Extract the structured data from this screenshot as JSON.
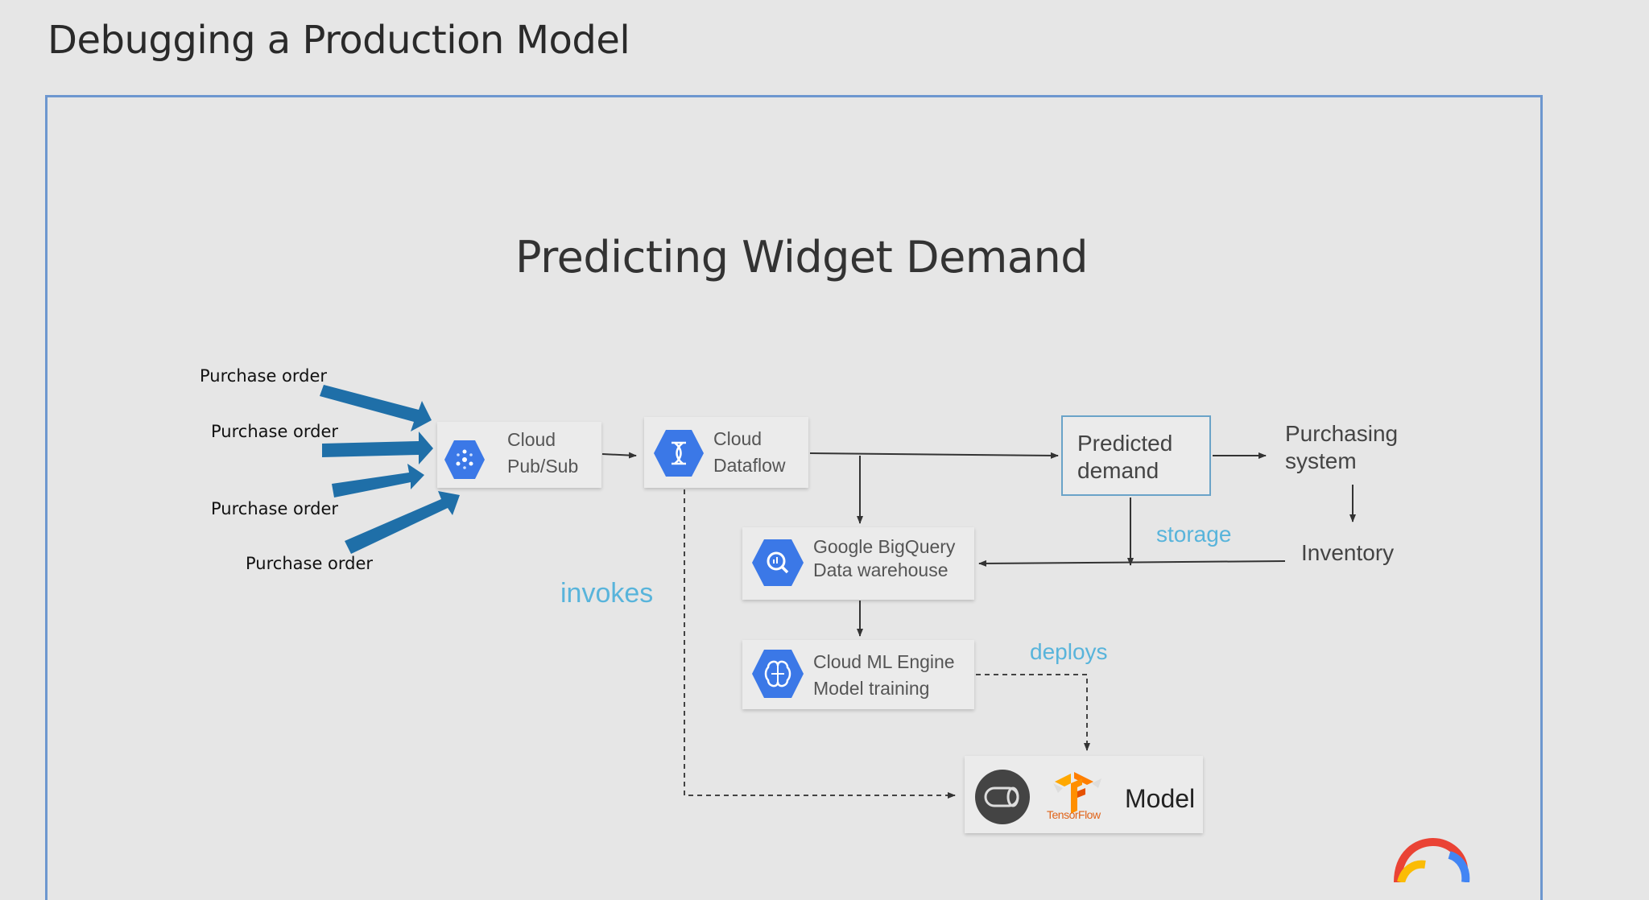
{
  "page": {
    "heading": "Debugging a Production Model"
  },
  "slide": {
    "title": "Predicting Widget Demand",
    "purchase_orders": [
      "Purchase order",
      "Purchase order",
      "Purchase order",
      "Purchase order"
    ],
    "pubsub": {
      "line1": "Cloud",
      "line2": "Pub/Sub",
      "icon": "pubsub-icon"
    },
    "dataflow": {
      "line1": "Cloud",
      "line2": "Dataflow",
      "icon": "dataflow-icon"
    },
    "bigquery": {
      "line1": "Google BigQuery",
      "line2": "Data warehouse",
      "icon": "bigquery-icon"
    },
    "mlengine": {
      "line1": "Cloud ML Engine",
      "line2": "Model training",
      "icon": "ml-engine-icon"
    },
    "predicted": {
      "line1": "Predicted",
      "line2": "demand"
    },
    "purchasing": {
      "line1": "Purchasing",
      "line2": "system"
    },
    "inventory": "Inventory",
    "labels": {
      "storage": "storage",
      "invokes": "invokes",
      "deploys": "deploys"
    },
    "model": {
      "label": "Model",
      "tensorflow_word": "TensorFlow"
    }
  },
  "colors": {
    "background": "#e6e6e6",
    "frame_border": "#6d97cf",
    "hex_blue": "#3b78e7",
    "arrow_blue": "#1f6fa8",
    "label_blue": "#58b4db"
  }
}
